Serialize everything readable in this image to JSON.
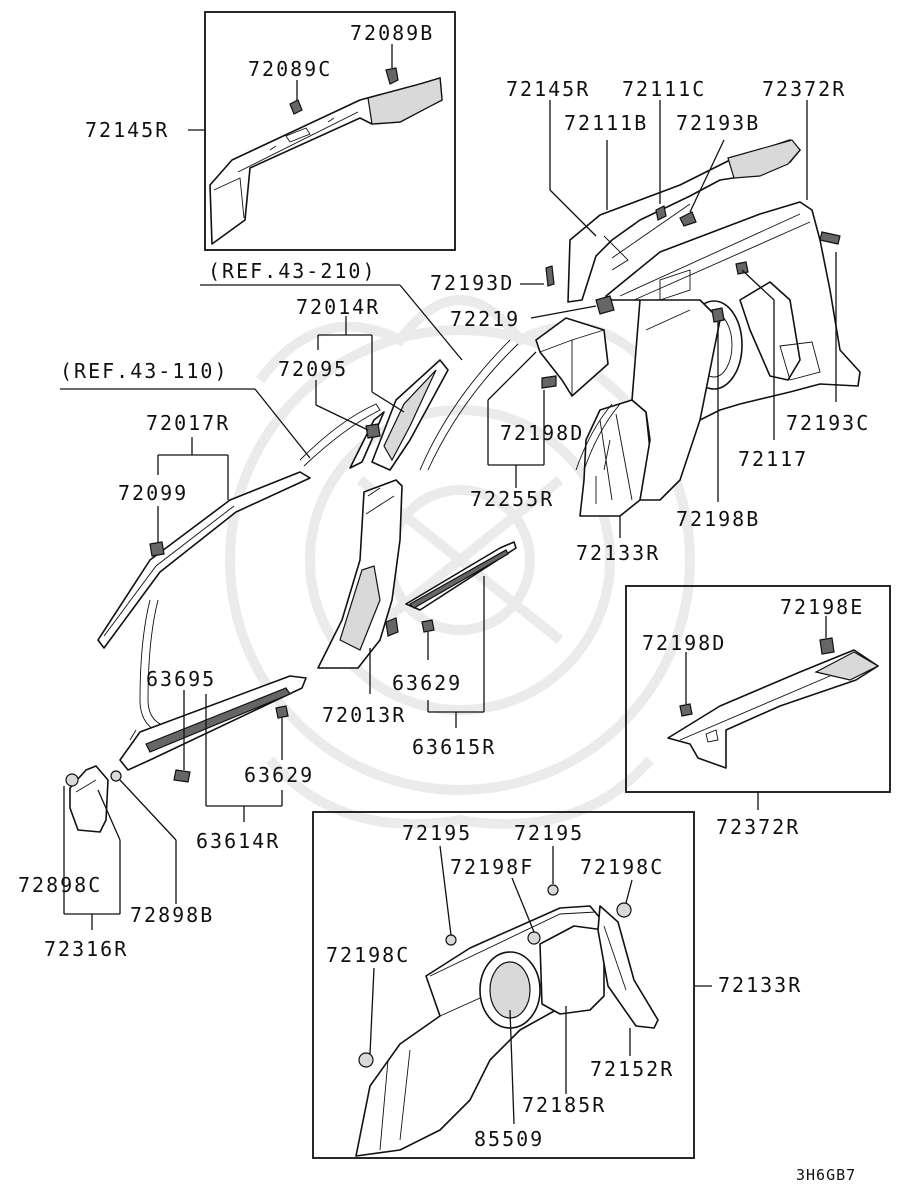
{
  "diagram_code": "3H6GB7",
  "references": {
    "ref_43_210": "(REF.43-210)",
    "ref_43_110": "(REF.43-110)"
  },
  "labels": {
    "p72089B": "72089B",
    "p72089C": "72089C",
    "p72145R_inset": "72145R",
    "p72145R": "72145R",
    "p72111C": "72111C",
    "p72372R_top": "72372R",
    "p72111B": "72111B",
    "p72193B": "72193B",
    "p72193D": "72193D",
    "p72219": "72219",
    "p72014R": "72014R",
    "p72095": "72095",
    "p72017R": "72017R",
    "p72099": "72099",
    "p72198D": "72198D",
    "p72255R": "72255R",
    "p72193C": "72193C",
    "p72117": "72117",
    "p72198B": "72198B",
    "p72133R_top": "72133R",
    "p63695": "63695",
    "p63629_a": "63629",
    "p72013R": "72013R",
    "p63615R": "63615R",
    "p63629_b": "63629",
    "p63614R": "63614R",
    "p72198E": "72198E",
    "p72198D_inset": "72198D",
    "p72372R_inset": "72372R",
    "p72898C": "72898C",
    "p72898B": "72898B",
    "p72316R": "72316R",
    "p72195_a": "72195",
    "p72195_b": "72195",
    "p72198F": "72198F",
    "p72198C_a": "72198C",
    "p72198C_b": "72198C",
    "p72133R_inset": "72133R",
    "p72152R": "72152R",
    "p72185R": "72185R",
    "p85509": "85509"
  }
}
